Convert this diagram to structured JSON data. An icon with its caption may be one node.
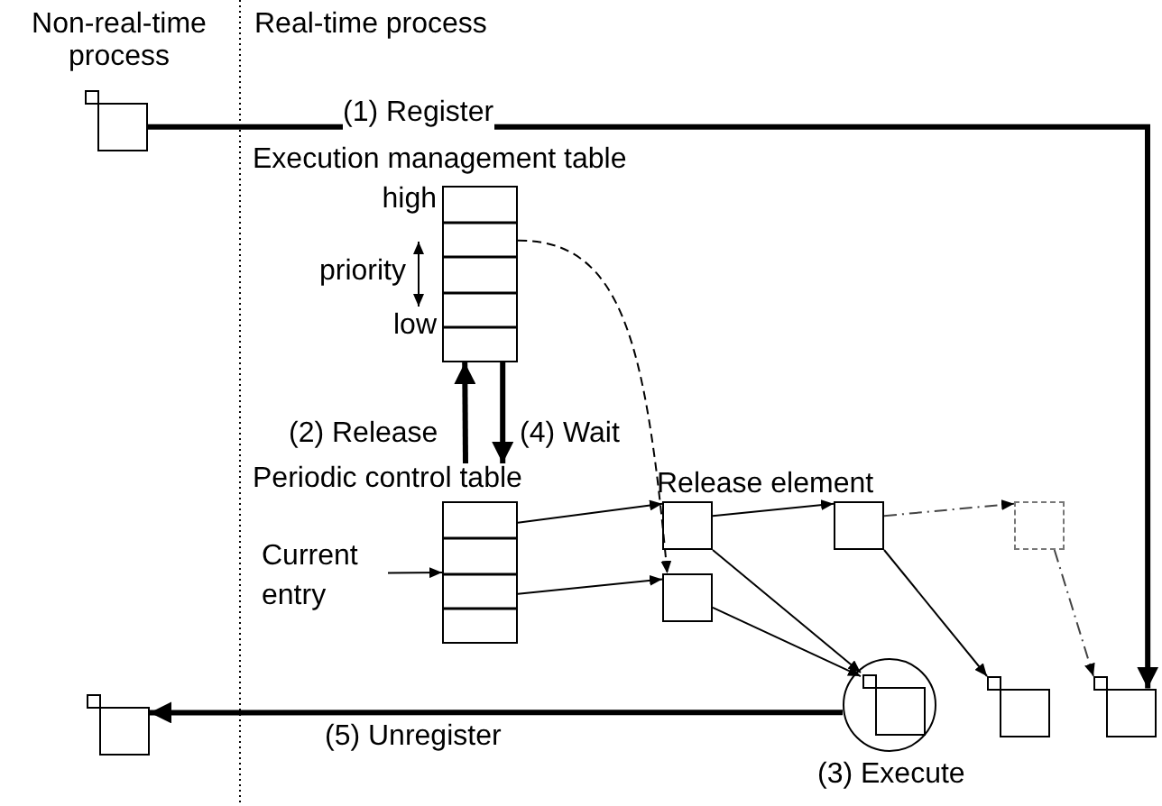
{
  "diagram": {
    "nodes": [
      {
        "text": [],
        "shape": "box"
      },
      {
        "text": [
          "Execution management table"
        ]
      },
      {
        "text": [
          "Periodic control table"
        ]
      },
      {
        "text": [
          "Current entry"
        ]
      },
      {
        "text": [],
        "shape": "box"
      },
      {
        "text": [],
        "shape": "box"
      },
      {
        "text": [],
        "shape": "box"
      },
      {
        "text": [],
        "shape": "box"
      },
      {
        "text": [],
        "shape": "circle",
        "beside": [
          "(3) Execute"
        ]
      },
      {
        "text": [],
        "shape": "box",
        "in": 8
      },
      {
        "text": [],
        "shape": "box"
      },
      {
        "text": [],
        "shape": "box"
      },
      {
        "text": [],
        "shape": "box"
      }
    ],
    "edges": [
      {
        "from": 0,
        "to": 11,
        "arrow": "to",
        "label": "(1) Register",
        "style": "thick"
      },
      {
        "from": 2,
        "to": 1,
        "arrow": "to",
        "label": "(2) Release",
        "style": "thick"
      },
      {
        "from": 1,
        "to": 2,
        "arrow": "to",
        "label": "(4) Wait",
        "style": "thick"
      },
      {
        "from": 1,
        "to": 7,
        "arrow": "to",
        "style": "dashed"
      },
      {
        "from": 3,
        "to": 2,
        "arrow": "to"
      },
      {
        "from": 2,
        "to": 4,
        "arrow": "to"
      },
      {
        "from": 2,
        "to": 7,
        "arrow": "to"
      },
      {
        "from": 4,
        "to": 5,
        "arrow": "to"
      },
      {
        "from": 5,
        "to": 6,
        "arrow": "to",
        "style": "dashed"
      },
      {
        "from": 4,
        "to": 9,
        "arrow": "to"
      },
      {
        "from": 7,
        "to": 9,
        "arrow": "to"
      },
      {
        "from": 5,
        "to": 10,
        "arrow": "to"
      },
      {
        "from": 6,
        "to": 11,
        "arrow": "to",
        "style": "dashed"
      },
      {
        "from": 8,
        "to": 12,
        "arrow": "to",
        "label": "(5) Unregister",
        "style": "thick"
      }
    ],
    "labels": [
      "Non-real-time process",
      "Real-time process",
      "high",
      "priority",
      "low",
      "Release element"
    ]
  }
}
